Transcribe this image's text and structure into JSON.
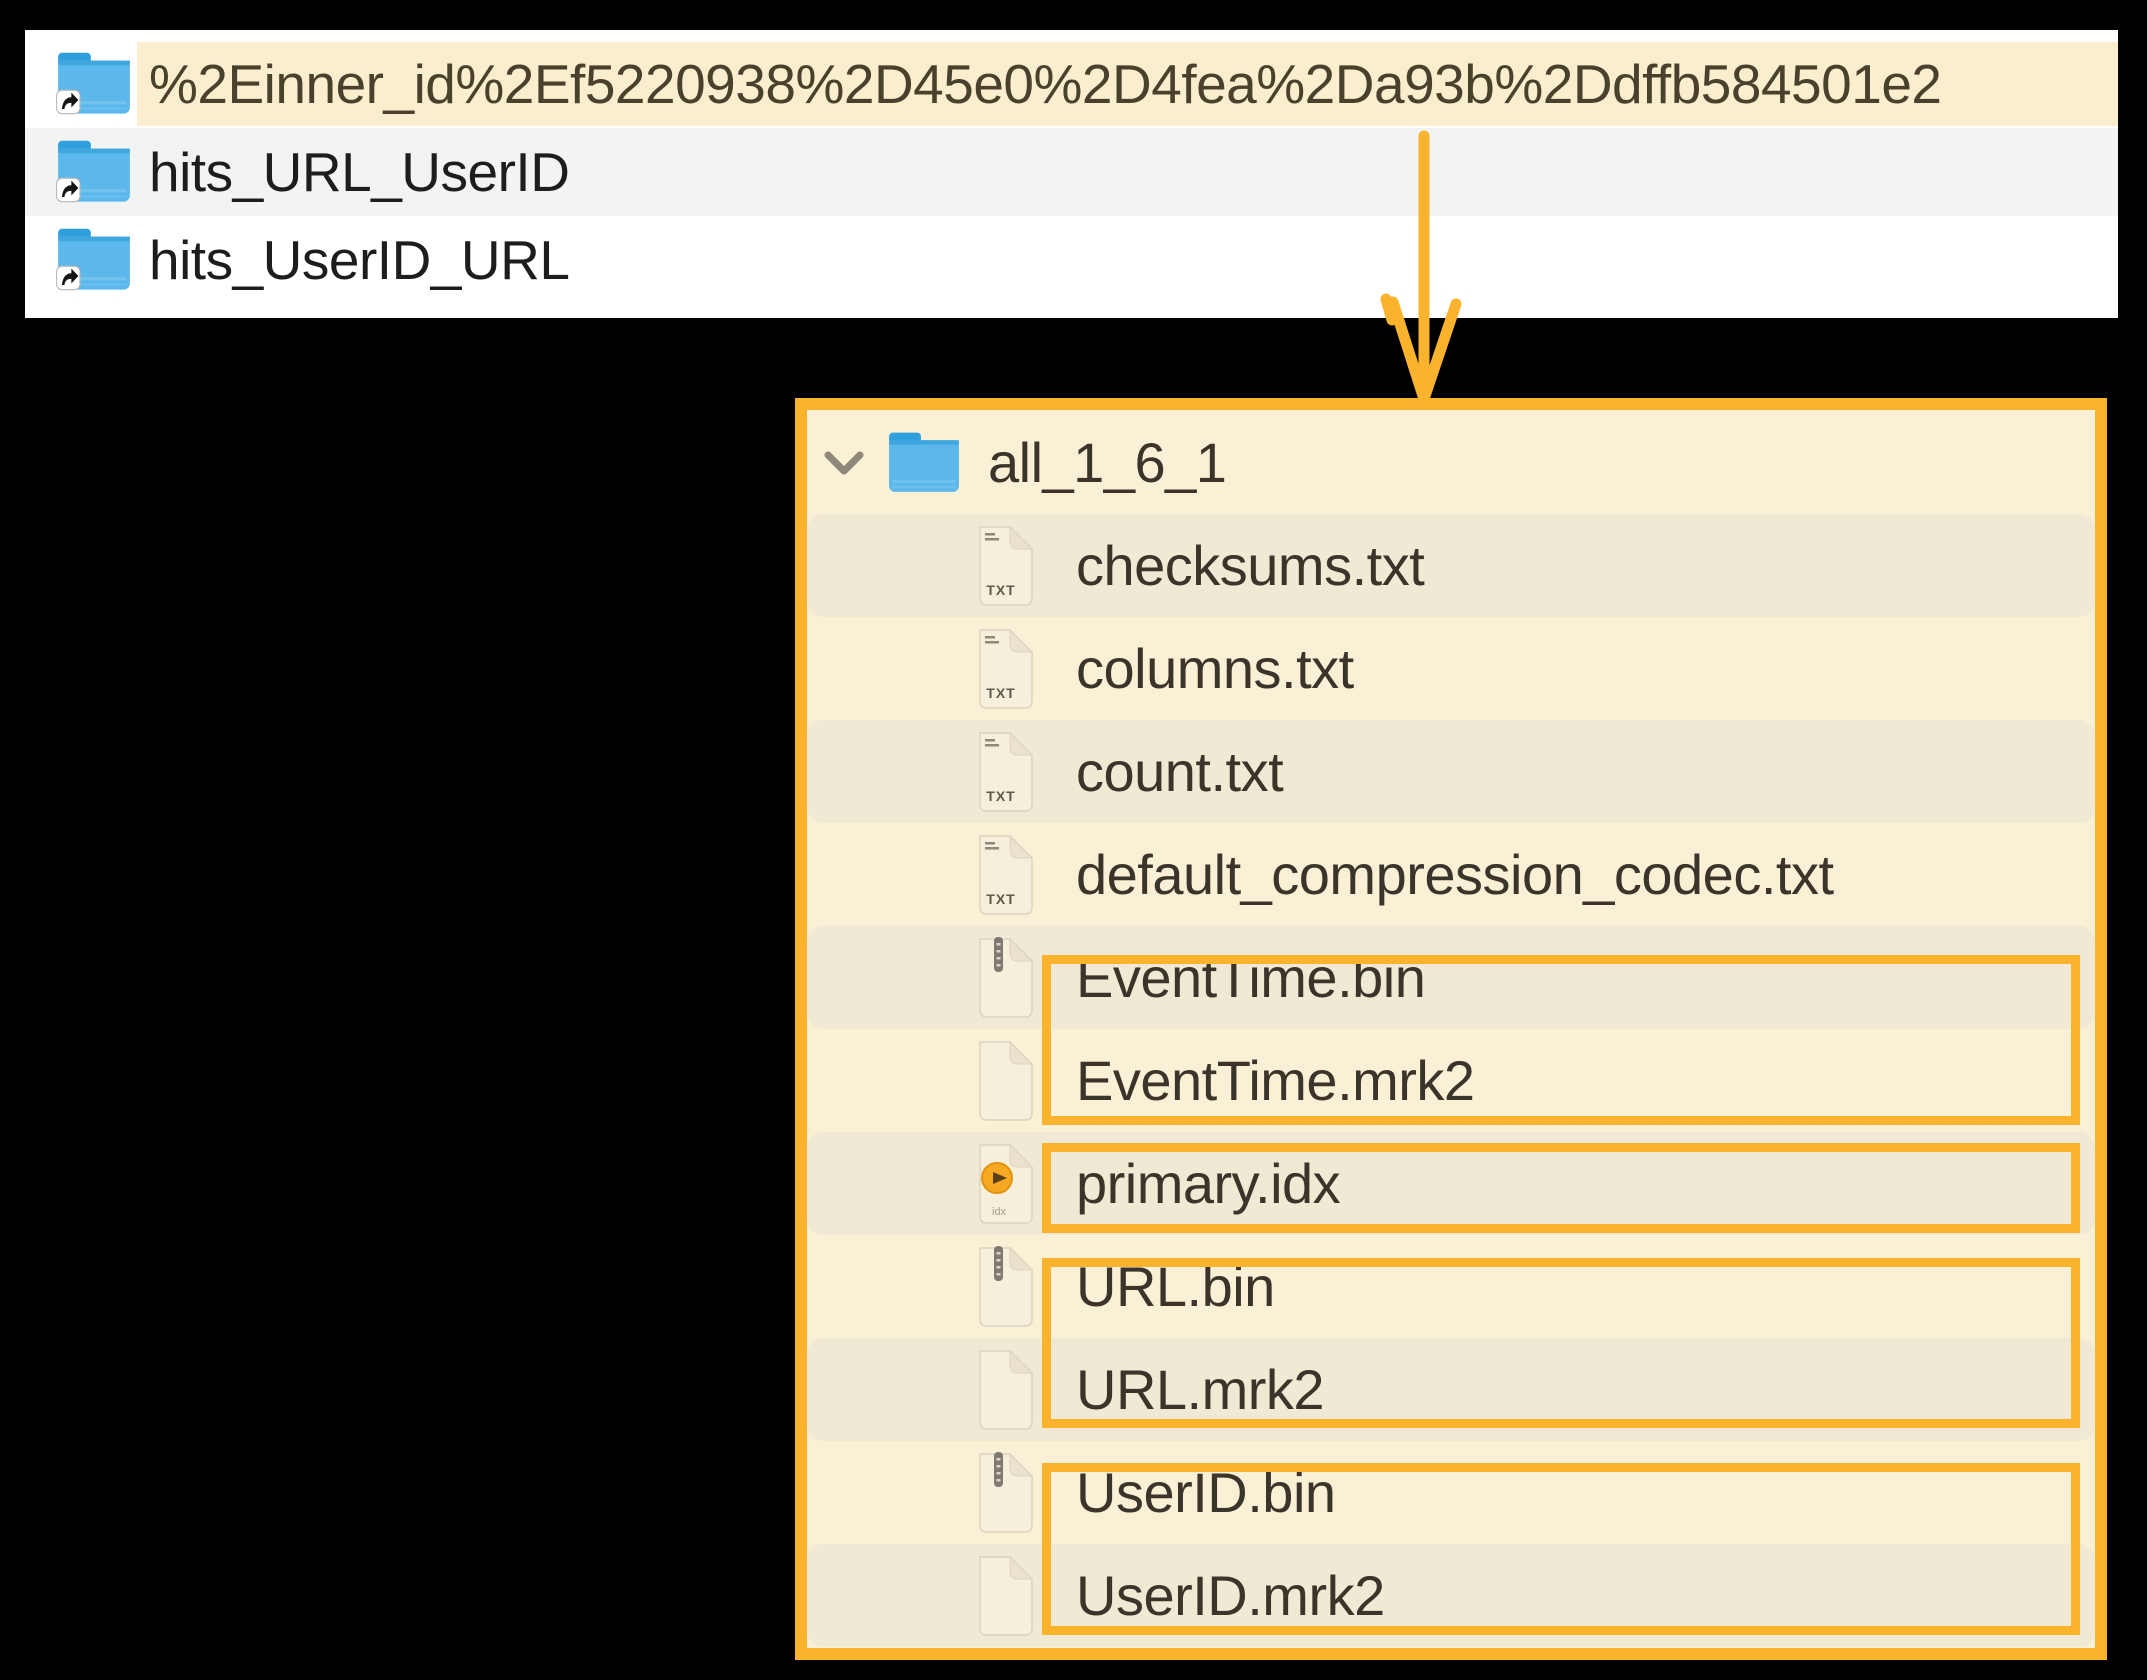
{
  "top_panel": {
    "rows": [
      {
        "label": "%2Einner_id%2Ef5220938%2D45e0%2D4fea%2Da93b%2Ddffb584501e2",
        "icon": "alias-folder-icon",
        "highlighted": true
      },
      {
        "label": "hits_URL_UserID",
        "icon": "alias-folder-icon",
        "highlighted": false
      },
      {
        "label": "hits_UserID_URL",
        "icon": "alias-folder-icon",
        "highlighted": false
      }
    ]
  },
  "tree_panel": {
    "root": {
      "label": "all_1_6_1",
      "icon": "folder-icon",
      "expanded": true
    },
    "children": [
      {
        "label": "checksums.txt",
        "icon": "txt-file-icon"
      },
      {
        "label": "columns.txt",
        "icon": "txt-file-icon"
      },
      {
        "label": "count.txt",
        "icon": "txt-file-icon"
      },
      {
        "label": "default_compression_codec.txt",
        "icon": "txt-file-icon"
      },
      {
        "label": "EventTime.bin",
        "icon": "bin-file-icon"
      },
      {
        "label": "EventTime.mrk2",
        "icon": "blank-file-icon"
      },
      {
        "label": "primary.idx",
        "icon": "idx-file-icon"
      },
      {
        "label": "URL.bin",
        "icon": "bin-file-icon"
      },
      {
        "label": "URL.mrk2",
        "icon": "blank-file-icon"
      },
      {
        "label": "UserID.bin",
        "icon": "bin-file-icon"
      },
      {
        "label": "UserID.mrk2",
        "icon": "blank-file-icon"
      }
    ],
    "badges": {
      "txt": "TXT",
      "idx": "idx"
    },
    "highlight_groups": [
      [
        "EventTime.bin",
        "EventTime.mrk2"
      ],
      [
        "primary.idx"
      ],
      [
        "URL.bin",
        "URL.mrk2"
      ],
      [
        "UserID.bin",
        "UserID.mrk2"
      ]
    ]
  },
  "colors": {
    "annotation_orange": "#FBB32D",
    "selection_cream": "#FAEECF",
    "tree_panel_cream": "#FAF0D5",
    "tree_row_alt": "#F0E9D3",
    "top_row_gray": "#F1F4F3",
    "top_text": "#1D1D1F",
    "tree_text": "#3A342A"
  }
}
